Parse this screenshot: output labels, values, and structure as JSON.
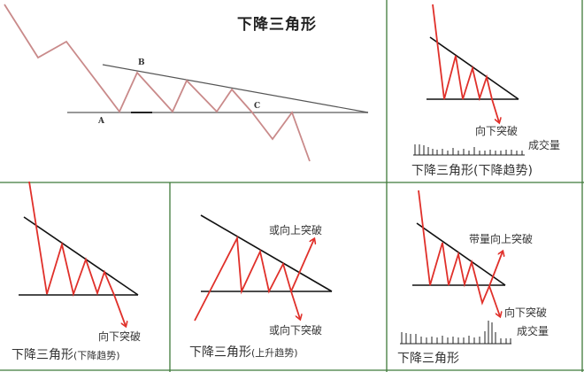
{
  "colors": {
    "price_line_main": "#c98a8a",
    "price_line_red": "#e0302a",
    "trendline": "#111111",
    "divider": "#3f7a3a",
    "volume": "#222222"
  },
  "panels": {
    "main": {
      "title": "下降三角形",
      "points": {
        "a": "A",
        "b": "B",
        "c": "C"
      }
    },
    "top_right": {
      "breakout_label": "向下突破",
      "volume_label": "成交量",
      "caption_main": "下降三角形",
      "caption_sub": "(下降趋势)"
    },
    "bottom_left": {
      "breakout_label": "向下突破",
      "caption_main": "下降三角形",
      "caption_sub": "(下降趋势)"
    },
    "bottom_middle": {
      "breakout_up_label": "或向上突破",
      "breakout_down_label": "或向下突破",
      "caption_main": "下降三角形",
      "caption_sub": "(上升趋势)"
    },
    "bottom_right": {
      "breakout_up_label": "带量向上突破",
      "breakout_down_label": "向下突破",
      "volume_label": "成交量",
      "caption_main": "下降三角形"
    }
  }
}
